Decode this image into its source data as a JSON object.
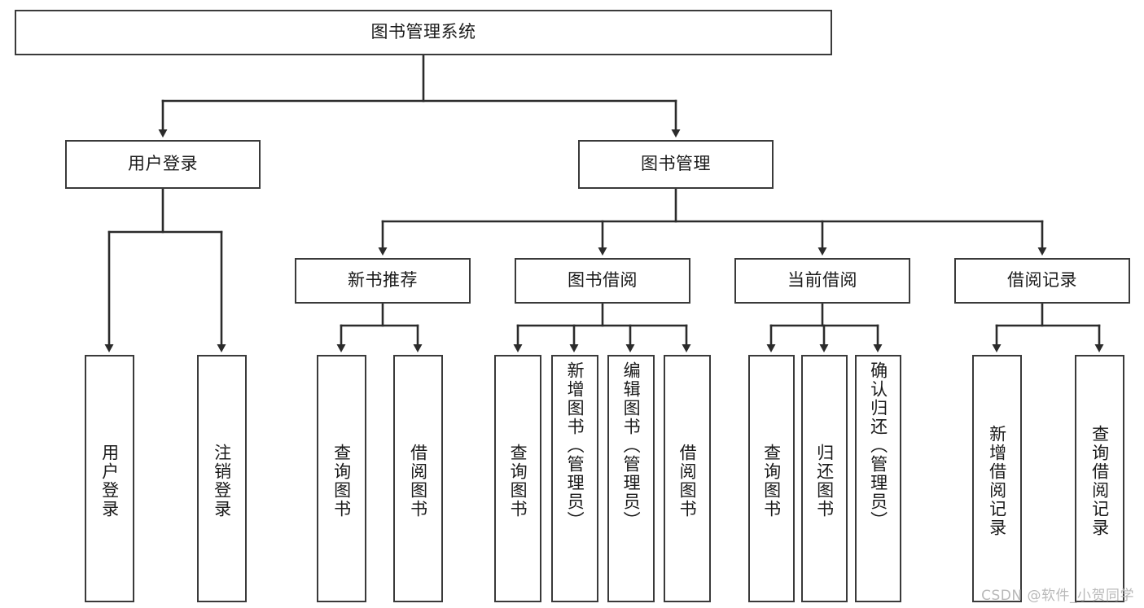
{
  "diagram": {
    "title": "图书管理系统",
    "type": "tree-hierarchy-chart",
    "line_color": "#3a3a3a",
    "box_fill": "#ffffff",
    "background": "#ffffff",
    "text_color": "#1a1a1a"
  },
  "root": {
    "label": "图书管理系统"
  },
  "level2": [
    {
      "label": "用户登录"
    },
    {
      "label": "图书管理"
    }
  ],
  "level3": [
    {
      "label": "新书推荐"
    },
    {
      "label": "图书借阅"
    },
    {
      "label": "当前借阅"
    },
    {
      "label": "借阅记录"
    }
  ],
  "leaves": {
    "user_login": [
      {
        "label": "用户登录"
      },
      {
        "label": "注销登录"
      }
    ],
    "new_book_recommend": [
      {
        "label": "查询图书"
      },
      {
        "label": "借阅图书"
      }
    ],
    "book_borrow": [
      {
        "label": "查询图书"
      },
      {
        "label": "新增图书（管理员）"
      },
      {
        "label": "编辑图书（管理员）"
      },
      {
        "label": "借阅图书"
      }
    ],
    "current_borrow": [
      {
        "label": "查询图书"
      },
      {
        "label": "归还图书"
      },
      {
        "label": "确认归还（管理员）"
      }
    ],
    "borrow_record": [
      {
        "label": "新增借阅记录"
      },
      {
        "label": "查询借阅记录"
      }
    ]
  },
  "watermark": {
    "text": "CSDN @软件_小贺同学"
  }
}
